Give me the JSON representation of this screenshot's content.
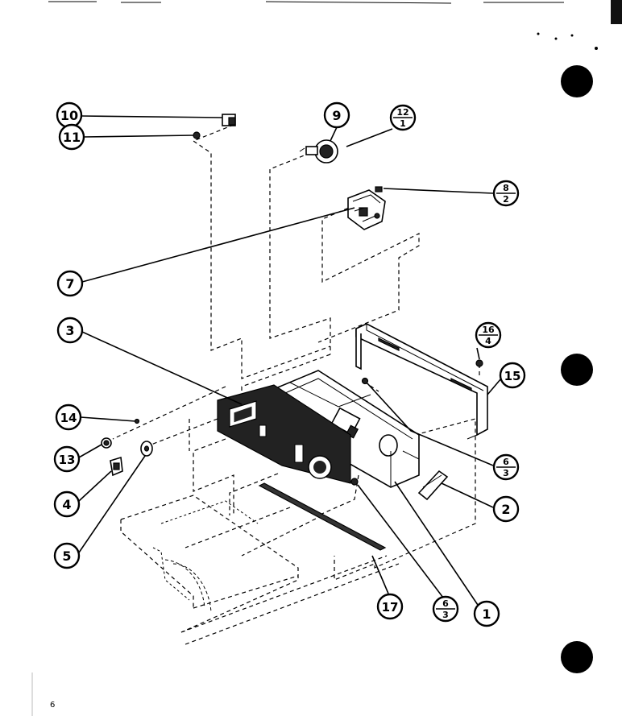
{
  "page": {
    "number": "6"
  },
  "callouts": [
    {
      "id": "c10",
      "label": "10"
    },
    {
      "id": "c11",
      "label": "11"
    },
    {
      "id": "c9",
      "label": "9"
    },
    {
      "id": "c12",
      "top": "12",
      "bottom": "1"
    },
    {
      "id": "c8",
      "top": "8",
      "bottom": "2"
    },
    {
      "id": "c7",
      "label": "7"
    },
    {
      "id": "c3",
      "label": "3"
    },
    {
      "id": "c16",
      "top": "16",
      "bottom": "4"
    },
    {
      "id": "c15",
      "label": "15"
    },
    {
      "id": "c14",
      "label": "14"
    },
    {
      "id": "c13",
      "label": "13"
    },
    {
      "id": "c4",
      "label": "4"
    },
    {
      "id": "c5",
      "label": "5"
    },
    {
      "id": "c6a",
      "top": "6",
      "bottom": "3"
    },
    {
      "id": "c2",
      "label": "2"
    },
    {
      "id": "c1",
      "label": "1"
    },
    {
      "id": "c6b",
      "top": "6",
      "bottom": "3"
    },
    {
      "id": "c17",
      "label": "17"
    }
  ]
}
